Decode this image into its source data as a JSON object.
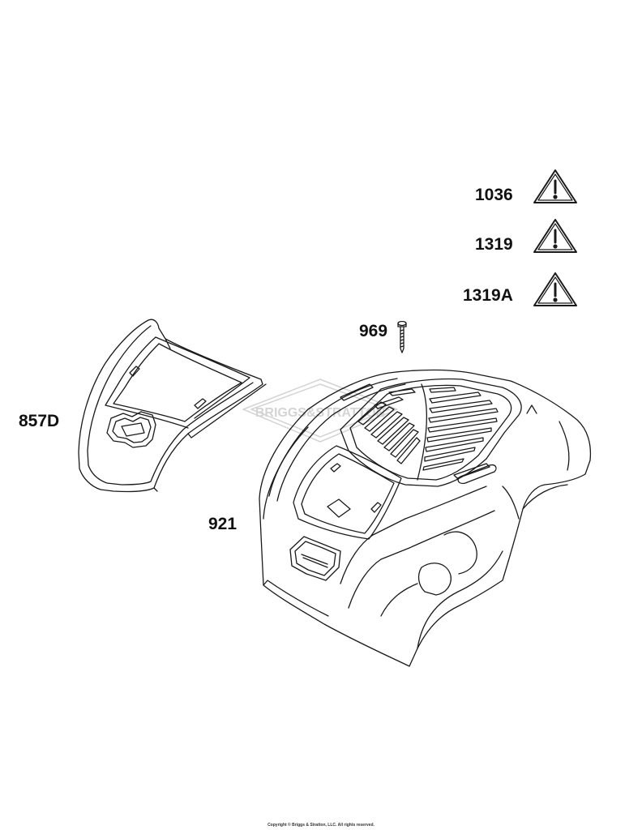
{
  "labels": {
    "warning_1036": "1036",
    "warning_1319": "1319",
    "warning_1319a": "1319A",
    "screw": "969",
    "cover": "857D",
    "shroud": "921"
  },
  "watermark": "BRIGGS&STRATTON",
  "copyright": "Copyright © Briggs & Stratton, LLC. All rights reserved.",
  "icons": [
    "warning-triangle-icon"
  ],
  "colors": {
    "line": "#1a1a1a",
    "watermark": "#d8d8d8",
    "background": "#ffffff"
  }
}
